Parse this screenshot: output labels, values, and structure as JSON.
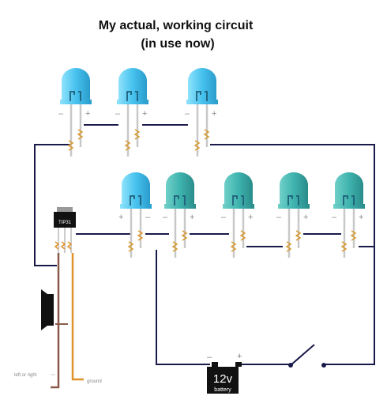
{
  "title_line1": "My actual, working circuit",
  "title_line2": "(in use now)",
  "transistor_label": "TIP31",
  "battery": {
    "voltage": "12v",
    "label": "battery",
    "minus": "–",
    "plus": "+"
  },
  "labels": {
    "left_or_right": "left or right",
    "ground": "ground"
  },
  "polarity": {
    "minus": "–",
    "plus": "+"
  },
  "colors": {
    "wire": "#1a1a4a",
    "led_blue": "#4fc8ec",
    "led_teal": "#3fb5b0",
    "brown_wire": "#8a5a4a",
    "orange_wire": "#e0922a",
    "battery": "#111111"
  },
  "icons": [
    "led-icon",
    "transistor-icon",
    "speaker-icon",
    "battery-icon",
    "switch-icon"
  ]
}
